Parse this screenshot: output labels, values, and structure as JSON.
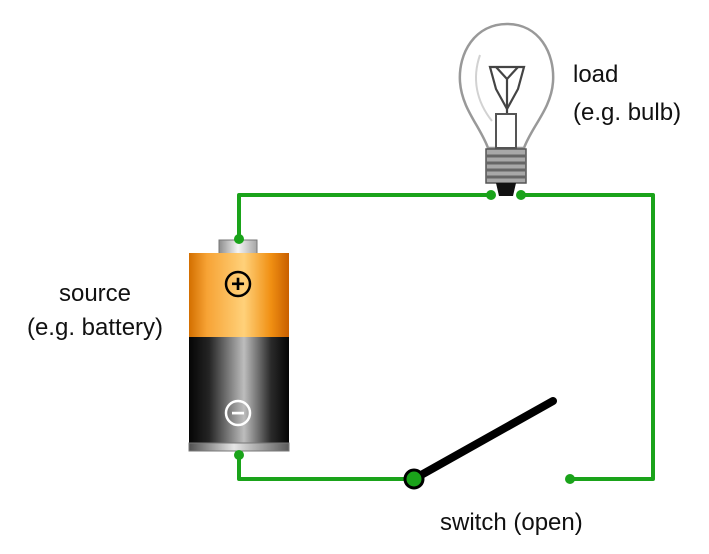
{
  "labels": {
    "load_title": "load",
    "load_example": "(e.g. bulb)",
    "source_title": "source",
    "source_example": "(e.g. battery)",
    "switch_label": "switch (open)"
  },
  "symbols": {
    "positive": "+",
    "negative": "−"
  },
  "colors": {
    "wire": "#1aa31a",
    "battery_top": "#f39a22",
    "battery_bottom": "#111111",
    "switch_lever": "#000000",
    "terminal_dot": "#1aa31a"
  },
  "components": {
    "source_icon": "battery-icon",
    "load_icon": "bulb-icon",
    "switch_icon": "switch-icon"
  }
}
